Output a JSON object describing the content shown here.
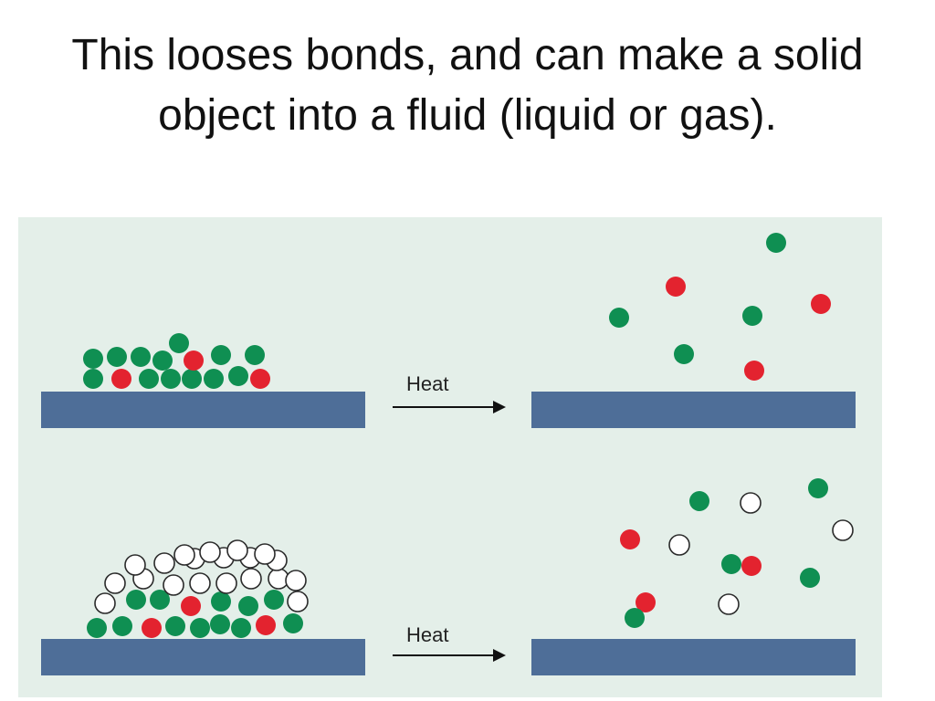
{
  "slide": {
    "title": "This looses bonds, and can make a solid object into a fluid (liquid or gas)."
  },
  "figure": {
    "background_color": "#e4efe9",
    "surface_color": "#4e6e98",
    "particle_colors": {
      "green": "#0f8f52",
      "red": "#e3232f",
      "white": "#ffffff"
    },
    "rows": [
      {
        "arrow_label": "Heat",
        "before": "solid cluster of green and red particles",
        "after": "particles spread apart"
      },
      {
        "arrow_label": "Heat",
        "before": "solid cluster of green, red and white particles",
        "after": "particles spread apart"
      }
    ]
  }
}
